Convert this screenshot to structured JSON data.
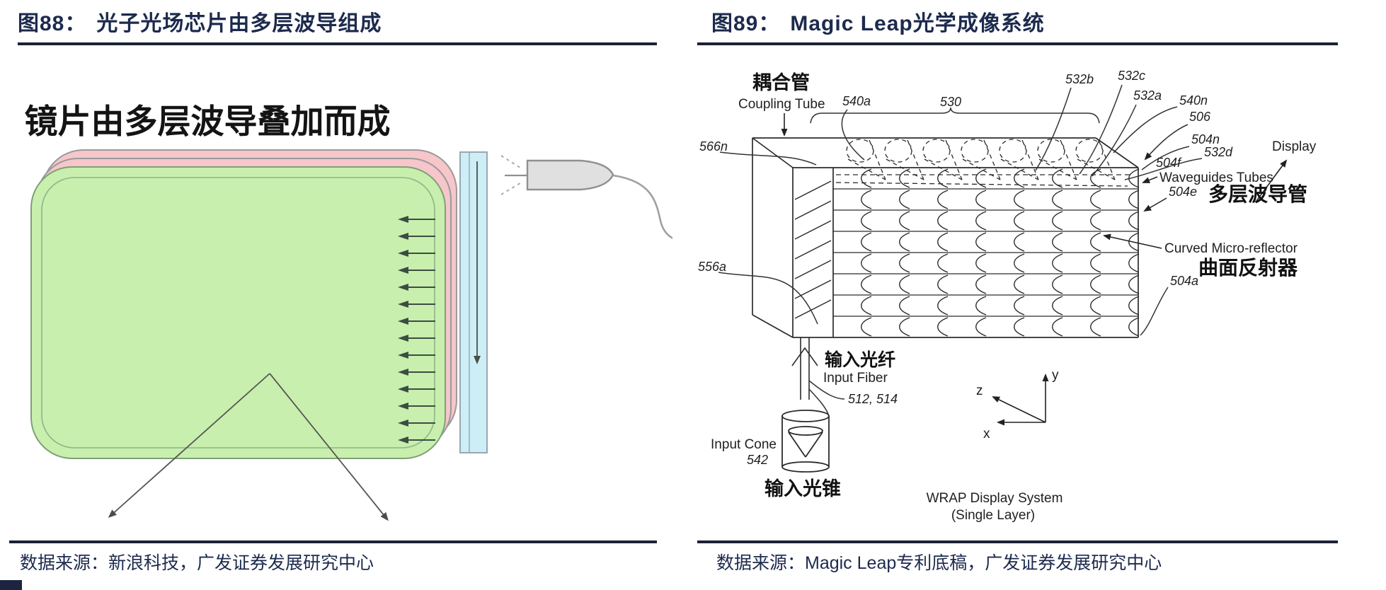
{
  "colors": {
    "heading_navy": "#1c2a4d",
    "divider_dark": "#1b2235",
    "lens_pink": "#f6c6ca",
    "lens_green": "#c8efad",
    "bar_blue": "#cdeef7",
    "collimator_gray": "#e0e0e0",
    "line_black": "#2b2b2b"
  },
  "figures": {
    "left": {
      "title_prefix": "图88：",
      "title": "光子光场芯片由多层波导组成",
      "source": "数据来源：新浪科技，广发证券发展研究中心",
      "diagram": {
        "caption": "镜片由多层波导叠加而成"
      }
    },
    "right": {
      "title_prefix": "图89：",
      "title": "Magic Leap光学成像系统",
      "source": "数据来源：Magic Leap专利底稿，广发证券发展研究中心",
      "diagram": {
        "coupling_tube_cn": "耦合管",
        "coupling_tube_en": "Coupling Tube",
        "ref_540a": "540a",
        "ref_530": "530",
        "ref_532b": "532b",
        "ref_532c": "532c",
        "ref_532a": "532a",
        "ref_540n": "540n",
        "ref_506": "506",
        "ref_504n": "504n",
        "ref_532d": "532d",
        "display_label": "Display",
        "ref_504f": "504f",
        "waveguides_en": "Waveguides Tubes",
        "ref_504e": "504e",
        "waveguides_cn": "多层波导管",
        "reflector_en": "Curved Micro-reflector",
        "reflector_cn": "曲面反射器",
        "ref_504a": "504a",
        "ref_566n": "566n",
        "ref_556a": "556a",
        "input_fiber_cn": "输入光纤",
        "input_fiber_en": "Input Fiber",
        "ref_512_514": "512, 514",
        "input_cone_en": "Input Cone",
        "ref_542": "542",
        "input_cone_cn": "输入光锥",
        "wrap_line1": "WRAP Display System",
        "wrap_line2": "(Single Layer)",
        "axis_x": "x",
        "axis_y": "y",
        "axis_z": "z"
      }
    }
  }
}
